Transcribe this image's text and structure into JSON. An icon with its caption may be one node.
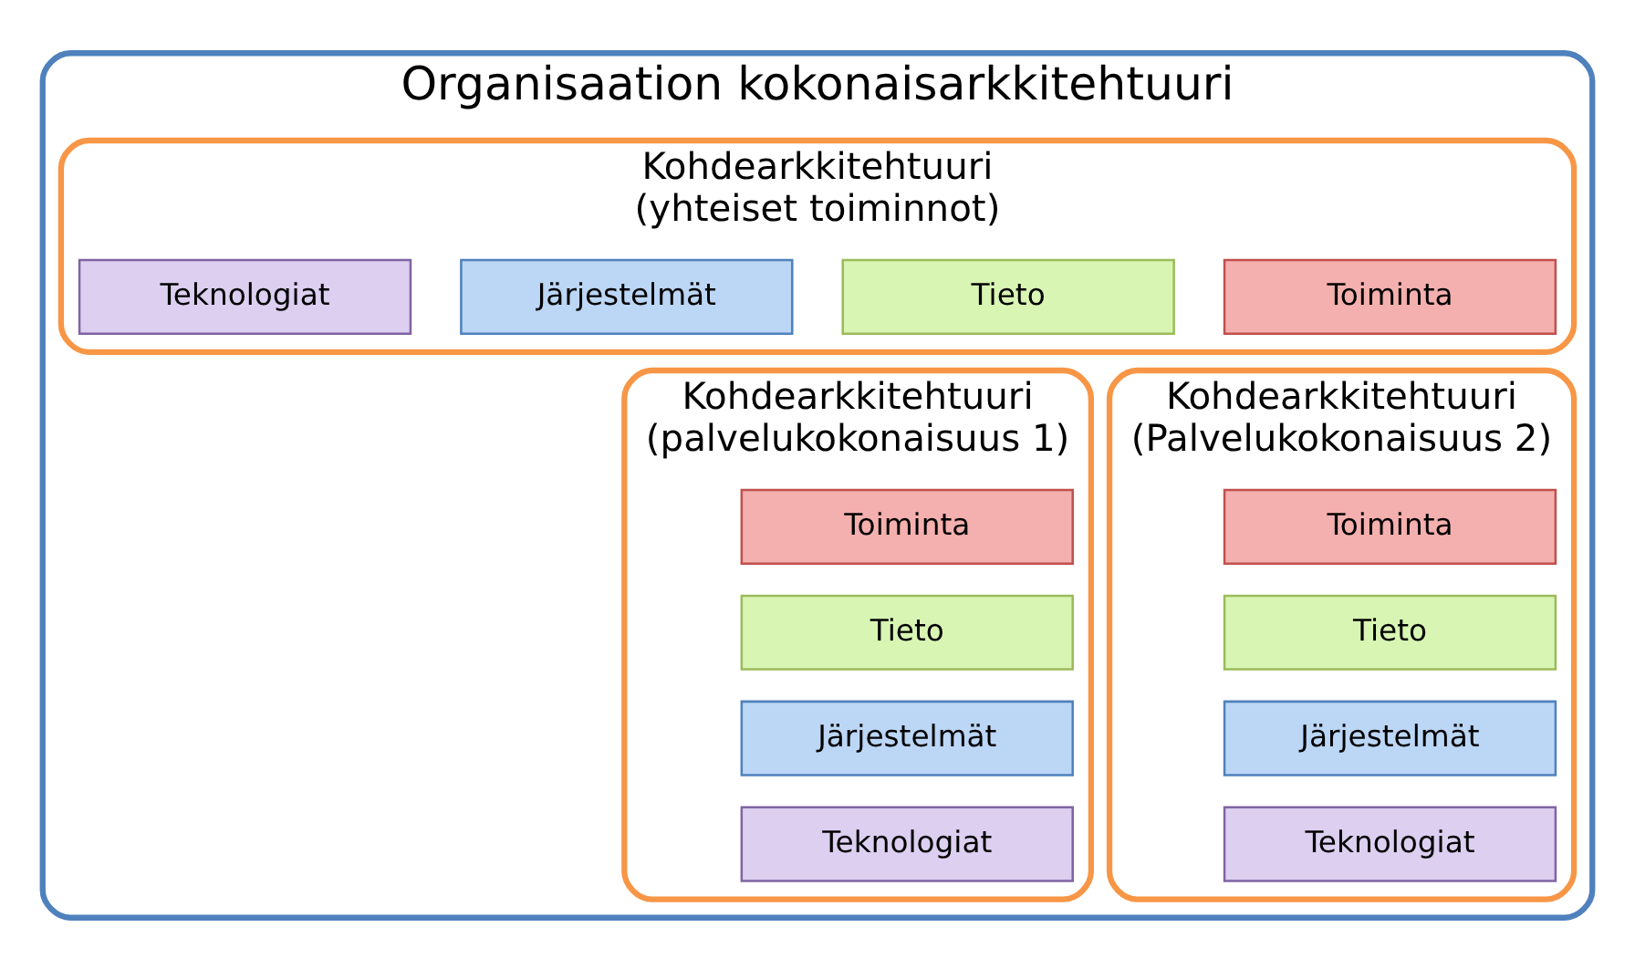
{
  "diagram": {
    "nodes": [
      {
        "text": [
          "Organisaation kokonaisarkkitehtuuri"
        ]
      },
      {
        "text": [
          "Kohdearkkitehtuuri",
          "(yhteiset toiminnot)"
        ],
        "in": 0
      },
      {
        "text": [
          "Toiminta"
        ],
        "in": 1
      },
      {
        "text": [
          "Tieto"
        ],
        "in": 1
      },
      {
        "text": [
          "Järjestelmät"
        ],
        "in": 1
      },
      {
        "text": [
          "Teknologiat"
        ],
        "in": 1
      },
      {
        "text": [
          "Kohdearkkitehtuuri",
          "(palvelukokonaisuus 1)"
        ],
        "in": 0
      },
      {
        "text": [
          "Toiminta"
        ],
        "in": 6
      },
      {
        "text": [
          "Tieto"
        ],
        "in": 6
      },
      {
        "text": [
          "Järjestelmät"
        ],
        "in": 6
      },
      {
        "text": [
          "Teknologiat"
        ],
        "in": 6
      },
      {
        "text": [
          "Kohdearkkitehtuuri",
          "(Palvelukokonaisuus 2)"
        ],
        "in": 0
      },
      {
        "text": [
          "Toiminta"
        ],
        "in": 11
      },
      {
        "text": [
          "Tieto"
        ],
        "in": 11
      },
      {
        "text": [
          "Järjestelmät"
        ],
        "in": 11
      },
      {
        "text": [
          "Teknologiat"
        ],
        "in": 11
      }
    ]
  }
}
